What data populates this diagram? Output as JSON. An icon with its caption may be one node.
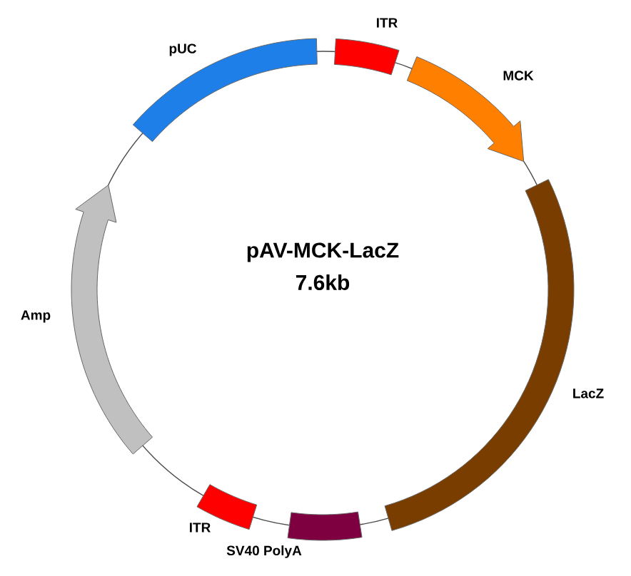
{
  "diagram": {
    "title": "pAV-MCK-LacZ",
    "nodes": [
      {
        "text": [
          "pUC"
        ]
      },
      {
        "text": [
          "ITR"
        ]
      },
      {
        "text": [
          "MCK"
        ]
      },
      {
        "text": [
          "LacZ"
        ]
      },
      {
        "text": [
          "SV40 PolyA"
        ]
      },
      {
        "text": [
          "ITR"
        ]
      },
      {
        "text": [
          "Amp"
        ]
      }
    ],
    "labels": [
      "7.6kb"
    ]
  }
}
